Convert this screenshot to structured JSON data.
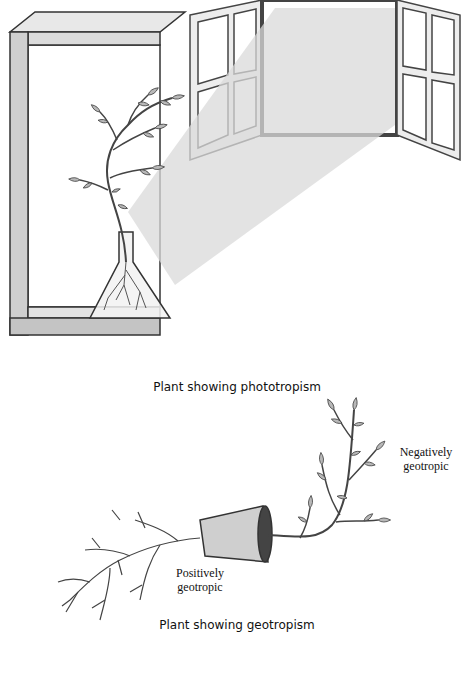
{
  "diagram": {
    "labels": [
      "Plant showing phototropism",
      "Negatively geotropic",
      "Positively geotropic",
      "Plant showing geotropism"
    ]
  }
}
